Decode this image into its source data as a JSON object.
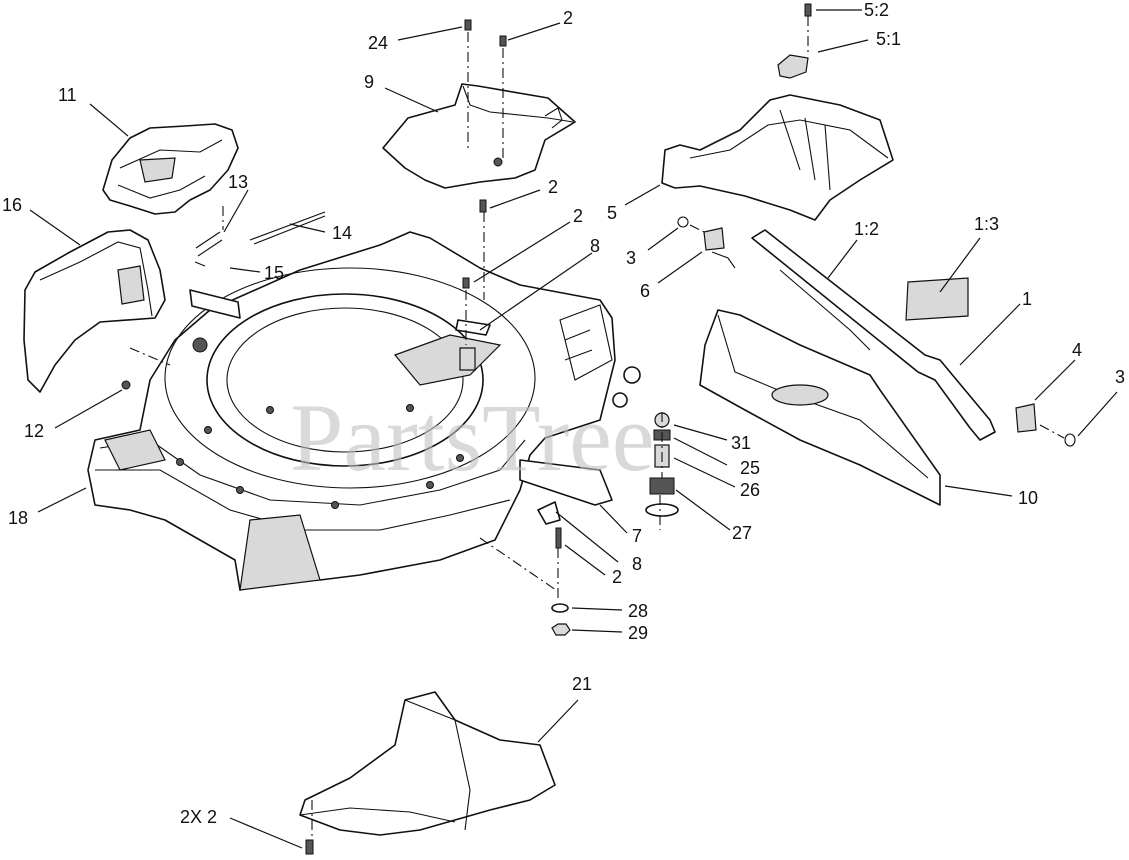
{
  "watermark": "PartsTree",
  "callouts": {
    "c24": "24",
    "c2_top": "2",
    "c9": "9",
    "c11": "11",
    "c13": "13",
    "c14": "14",
    "c15": "15",
    "c16": "16",
    "c12": "12",
    "c18": "18",
    "c2_mid": "2",
    "c2_mid2": "2",
    "c8_top": "8",
    "c5_2": "5:2",
    "c5_1": "5:1",
    "c5": "5",
    "c3_left": "3",
    "c6": "6",
    "c1_2": "1:2",
    "c1_3": "1:3",
    "c1": "1",
    "c4": "4",
    "c3_right": "3",
    "c31": "31",
    "c25": "25",
    "c26": "26",
    "c27": "27",
    "c7": "7",
    "c8_low": "8",
    "c2_low": "2",
    "c10": "10",
    "c28": "28",
    "c29": "29",
    "c21": "21",
    "c2x2": "2X 2"
  }
}
